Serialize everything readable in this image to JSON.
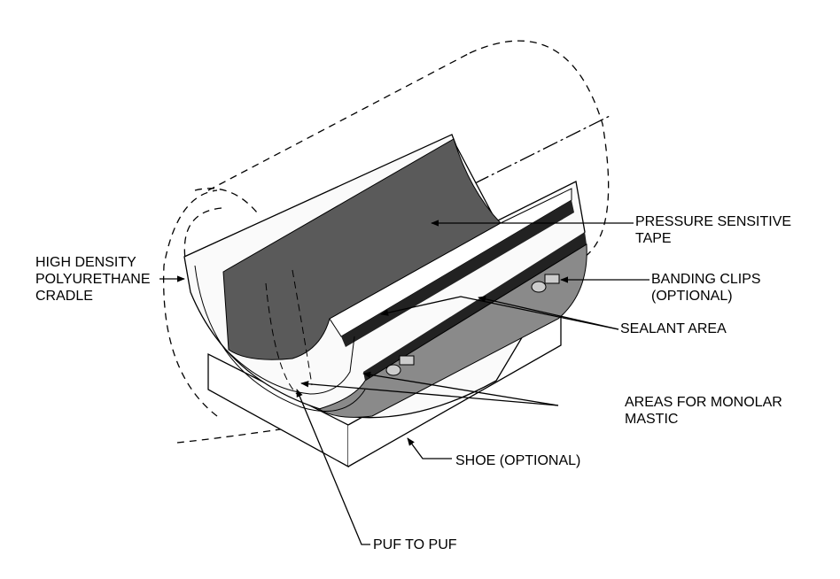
{
  "labels": {
    "cradle": [
      "HIGH DENSITY",
      "POLYURETHANE",
      "CRADLE"
    ],
    "tape": [
      "PRESSURE SENSITIVE",
      "TAPE"
    ],
    "clips": [
      "BANDING CLIPS",
      "(OPTIONAL)"
    ],
    "sealant": "SEALANT AREA",
    "mastic": [
      "AREAS FOR MONOLAR",
      "MASTIC"
    ],
    "shoe": "SHOE (OPTIONAL)",
    "puf": "PUF TO PUF"
  },
  "colors": {
    "tape": "#555555",
    "shell": "#8a8a8a",
    "line": "#000000"
  }
}
